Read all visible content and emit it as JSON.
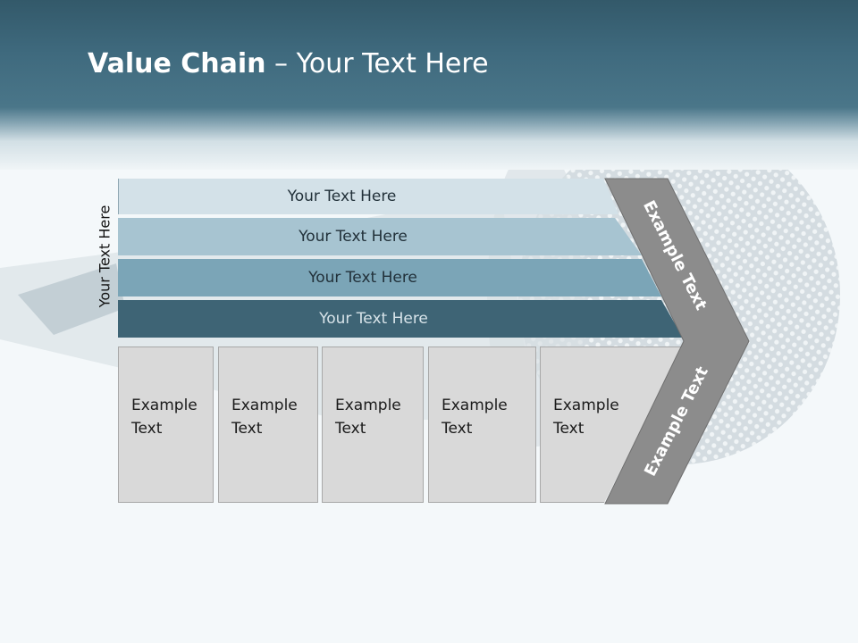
{
  "slide": {
    "title_bold": "Value Chain",
    "title_rest": " – Your Text Here",
    "vertical_label": "Your Text Here"
  },
  "bars": [
    {
      "label": "Your Text Here",
      "color": "#d3e1e8"
    },
    {
      "label": "Your Text Here",
      "color": "#a7c4d1"
    },
    {
      "label": "Your Text Here",
      "color": "#7ba5b7"
    },
    {
      "label": "Your Text Here",
      "color": "#3e6475"
    }
  ],
  "cards": [
    {
      "line1": "Example",
      "line2": "Text"
    },
    {
      "line1": "Example",
      "line2": "Text"
    },
    {
      "line1": "Example",
      "line2": "Text"
    },
    {
      "line1": "Example",
      "line2": "Text"
    },
    {
      "line1": "Example",
      "line2": "Text"
    }
  ],
  "chevron": {
    "upper_text": "Example Text",
    "lower_text": "Example Text",
    "color": "#8c8c8c"
  },
  "colors": {
    "header": "#3f6a7e",
    "card_fill": "#d9d9d9"
  }
}
